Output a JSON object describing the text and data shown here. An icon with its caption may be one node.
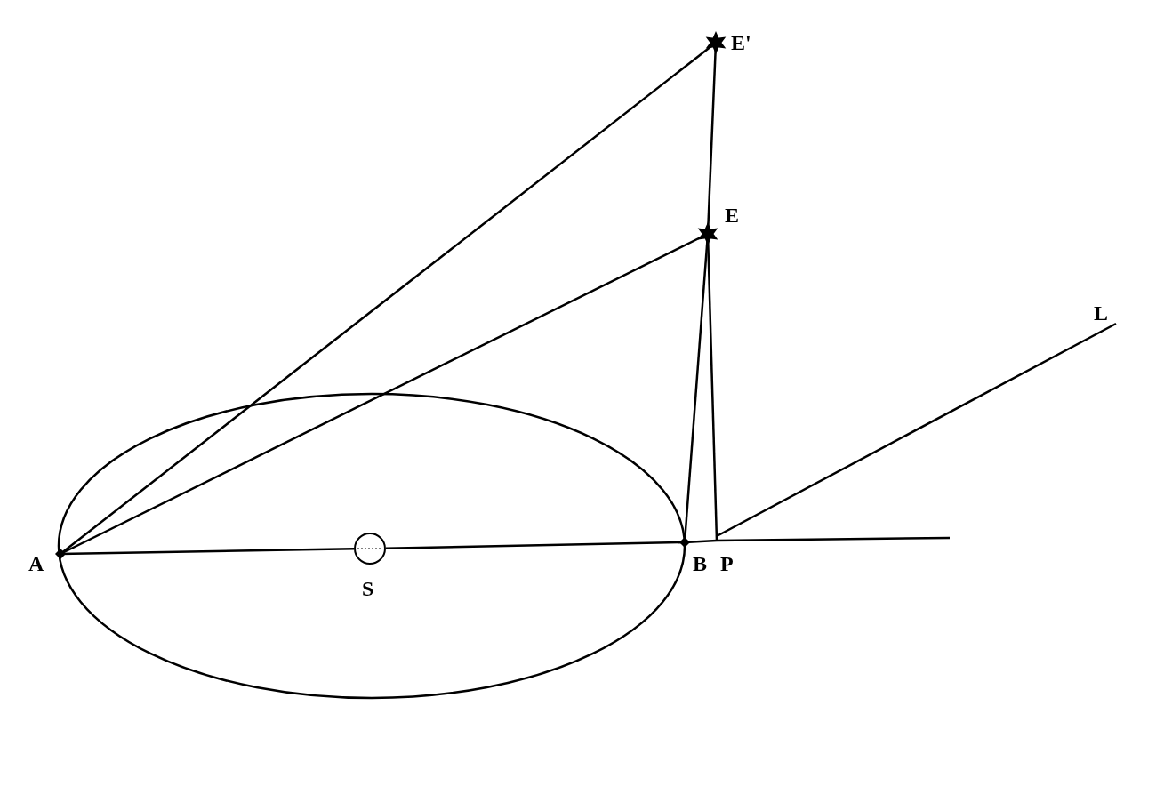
{
  "diagram": {
    "nodes": [
      {
        "text": [
          "A"
        ]
      },
      {
        "text": [
          "S"
        ]
      },
      {
        "text": [
          "B"
        ]
      },
      {
        "text": [
          "P"
        ]
      },
      {
        "text": [
          "E"
        ]
      },
      {
        "text": [
          "E'"
        ]
      },
      {
        "text": [
          "L"
        ]
      }
    ],
    "edges": [
      {
        "from": 0,
        "to": 5,
        "arrow": "none"
      },
      {
        "from": 0,
        "to": 4,
        "arrow": "none"
      },
      {
        "from": 5,
        "to": 4,
        "arrow": "none"
      },
      {
        "from": 4,
        "to": 2,
        "arrow": "none"
      },
      {
        "from": 4,
        "to": 3,
        "arrow": "none"
      },
      {
        "from": 0,
        "to": 1,
        "arrow": "none"
      },
      {
        "from": 1,
        "to": 2,
        "arrow": "none"
      },
      {
        "from": 2,
        "to": 3,
        "arrow": "none"
      },
      {
        "from": 3,
        "to": null,
        "arrow": "none"
      },
      {
        "from": 3,
        "to": 6,
        "arrow": "none"
      }
    ]
  }
}
